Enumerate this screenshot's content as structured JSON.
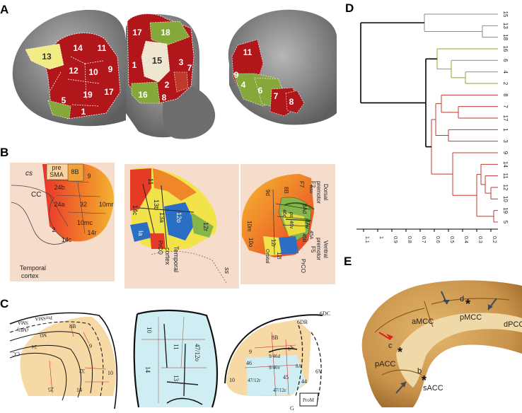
{
  "panels": {
    "A": {
      "letter": "A",
      "medial": [
        "13",
        "14",
        "11",
        "12",
        "10",
        "9",
        "5",
        "19",
        "17",
        "1"
      ],
      "orbital": [
        "17",
        "18",
        "15",
        "1",
        "3",
        "7",
        "2",
        "16",
        "8"
      ],
      "lateral": [
        "11",
        "9",
        "4",
        "6",
        "7",
        "8"
      ]
    },
    "B": {
      "letter": "B",
      "medial": [
        "cs",
        "pre",
        "SMA",
        "8B",
        "9",
        "24b",
        "CC",
        "24a",
        "32",
        "10mr",
        "10mc",
        "14r",
        "2",
        "14c",
        "Temporal",
        "cortex"
      ],
      "orbital": [
        "13b",
        "13a",
        "12o",
        "12r",
        "11",
        "14c",
        "Ia",
        "PrCO",
        "Temporal",
        "cortex",
        "ss"
      ],
      "lateral": [
        "Dorsal",
        "premotor",
        "F2",
        "F7",
        "8B",
        "9d",
        "10m",
        "8Ad",
        "asu",
        "8Av",
        "ps",
        "46d",
        "46v",
        "45A",
        "45B",
        "10o",
        "12r",
        "Orbital",
        "12l",
        "Ventral",
        "premotor",
        "F5",
        "PrCO"
      ]
    },
    "C": {
      "letter": "C",
      "medial": [
        "SMA",
        "(MII)",
        "PreSMA",
        "M3",
        "8B",
        "24",
        "9",
        "CC",
        "32",
        "10",
        "25",
        "14"
      ],
      "orbital": [
        "10",
        "11",
        "14",
        "13",
        "47/12o"
      ],
      "lateral": [
        "6DC",
        "6DR",
        "8B",
        "9",
        "8A",
        "9/46d",
        "46",
        "9/46v",
        "10",
        "47/12r",
        "45",
        "8A",
        "44",
        "6V",
        "47/12c",
        "ProM",
        "G"
      ]
    },
    "D": {
      "letter": "D",
      "leaves": [
        "15",
        "13",
        "18",
        "16",
        "6",
        "4",
        "2",
        "8",
        "7",
        "17",
        "1",
        "3",
        "9",
        "14",
        "11",
        "12",
        "10",
        "19",
        "5"
      ],
      "axis_ticks": [
        "1.1",
        "1",
        "0.9",
        "0.8",
        "0.7",
        "0.6",
        "0.5",
        "0.4",
        "0.3",
        "0.2"
      ]
    },
    "E": {
      "letter": "E",
      "labels": [
        "aMCC",
        "pMCC",
        "dPCC",
        "pACC",
        "sACC",
        "c",
        "d",
        "b"
      ]
    }
  },
  "chart_data": {
    "type": "dendrogram",
    "leaves": [
      "15",
      "13",
      "18",
      "16",
      "6",
      "4",
      "2",
      "8",
      "7",
      "17",
      "1",
      "3",
      "9",
      "14",
      "11",
      "12",
      "10",
      "19",
      "5"
    ],
    "axis_ticks": [
      1.1,
      1,
      0.9,
      0.8,
      0.7,
      0.6,
      0.5,
      0.4,
      0.3,
      0.2
    ],
    "xlim": [
      1.15,
      0.15
    ],
    "clusters": [
      {
        "color": "#888888",
        "leaves": [
          "15",
          "13",
          "18"
        ]
      },
      {
        "color": "#8aa82e",
        "leaves": [
          "16",
          "6",
          "4",
          "2"
        ]
      },
      {
        "color": "#c0392b",
        "leaves": [
          "8",
          "7",
          "17",
          "1",
          "3",
          "9",
          "14",
          "11",
          "12",
          "10",
          "19",
          "5"
        ]
      }
    ],
    "links": [
      {
        "a": "13",
        "b": "18",
        "height": 0.26,
        "color": "#888888"
      },
      {
        "a": "15",
        "b": "13|18",
        "height": 0.67,
        "color": "#888888"
      },
      {
        "a": "4",
        "b": "2",
        "height": 0.38,
        "color": "#8aa82e"
      },
      {
        "a": "6",
        "b": "4|2",
        "height": 0.48,
        "color": "#8aa82e"
      },
      {
        "a": "16",
        "b": "6|4|2",
        "height": 0.58,
        "color": "#8aa82e"
      },
      {
        "a": "7",
        "b": "17",
        "height": 0.43,
        "color": "#c0392b"
      },
      {
        "a": "1",
        "b": "3",
        "height": 0.5,
        "color": "#c0392b"
      },
      {
        "a": "8",
        "b": "7|17",
        "height": 0.55,
        "color": "#c0392b"
      },
      {
        "a": "8|7|17",
        "b": "1|3",
        "height": 0.59,
        "color": "#c0392b"
      },
      {
        "a": "12",
        "b": "10",
        "height": 0.2,
        "color": "#c0392b"
      },
      {
        "a": "11",
        "b": "12|10",
        "height": 0.24,
        "color": "#c0392b"
      },
      {
        "a": "19",
        "b": "5",
        "height": 0.18,
        "color": "#c0392b"
      },
      {
        "a": "14",
        "b": "11|12|10",
        "height": 0.27,
        "color": "#c0392b"
      },
      {
        "a": "14|11|12|10",
        "b": "19|5",
        "height": 0.3,
        "color": "#c0392b"
      },
      {
        "a": "9",
        "b": "14|11|12|10|19|5",
        "height": 0.47,
        "color": "#c0392b"
      },
      {
        "a": "8|7|17|1|3",
        "b": "9|14|11|12|10|19|5",
        "height": 0.62,
        "color": "#c0392b"
      },
      {
        "a": "16|6|4|2",
        "b": "8|7|17|1|3|9|14|11|12|10|19|5",
        "height": 0.66,
        "color": "#000000"
      },
      {
        "a": "15|13|18",
        "b": "16|6|4|2|8|7|17|1|3|9|14|11|12|10|19|5",
        "height": 1.12,
        "color": "#000000"
      }
    ]
  },
  "colors": {
    "dark_red": "#b1161b",
    "green": "#86a83a",
    "yellow": "#f1ec86",
    "cream": "#efe6cf",
    "brain_gray": "#7f7f7f",
    "pale_orange": "#f7d9a6",
    "pale_blue": "#cfeef4",
    "salmon": "#f6dccb",
    "brain_tan": "#c99a52"
  }
}
